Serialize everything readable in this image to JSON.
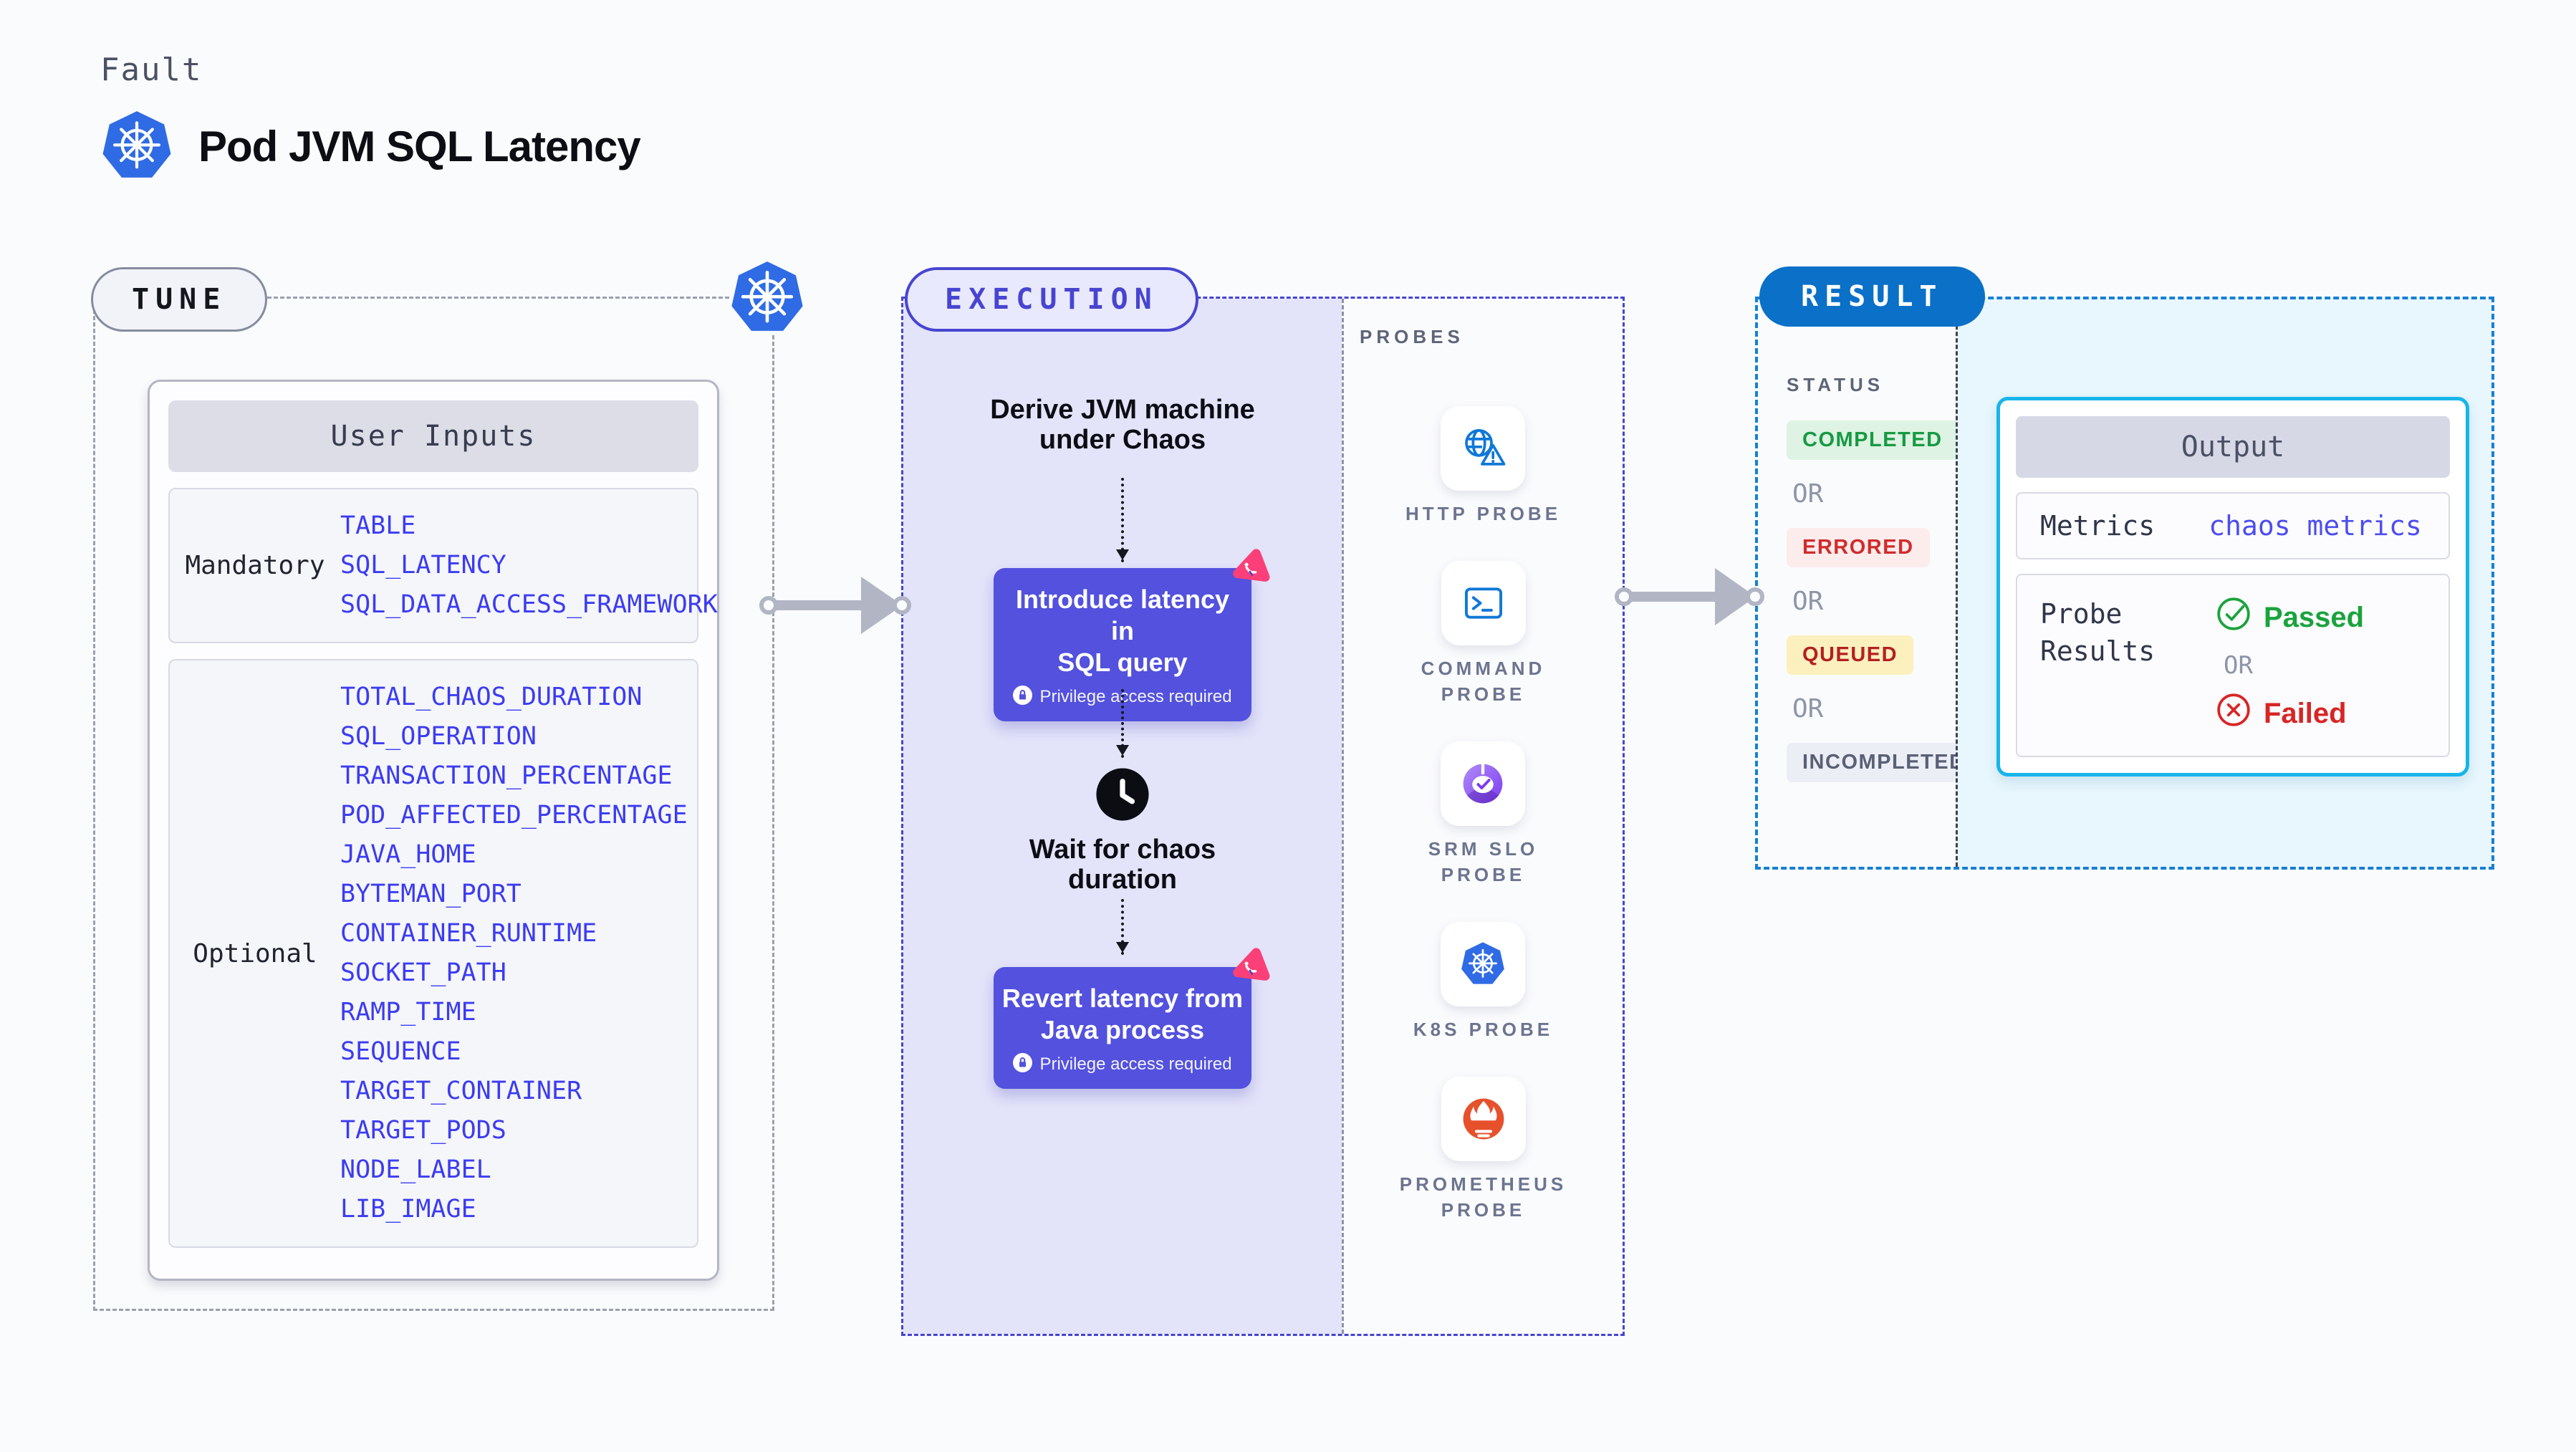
{
  "header": {
    "fault_label": "Fault",
    "title": "Pod JVM SQL Latency"
  },
  "tune": {
    "label": "TUNE",
    "card_title": "User Inputs",
    "mandatory": {
      "label": "Mandatory",
      "items": [
        "TABLE",
        "SQL_LATENCY",
        "SQL_DATA_ACCESS_FRAMEWORK"
      ]
    },
    "optional": {
      "label": "Optional",
      "items": [
        "TOTAL_CHAOS_DURATION",
        "SQL_OPERATION",
        "TRANSACTION_PERCENTAGE",
        "POD_AFFECTED_PERCENTAGE",
        "JAVA_HOME",
        "BYTEMAN_PORT",
        "CONTAINER_RUNTIME",
        "SOCKET_PATH",
        "RAMP_TIME",
        "SEQUENCE",
        "TARGET_CONTAINER",
        "TARGET_PODS",
        "NODE_LABEL",
        "LIB_IMAGE"
      ]
    }
  },
  "execution": {
    "label": "EXECUTION",
    "derive_text": "Derive JVM machine\nunder Chaos",
    "introduce_text": "Introduce latency in\nSQL query",
    "privilege_note": "Privilege access required",
    "wait_text": "Wait for chaos\nduration",
    "revert_text": "Revert latency from\nJava process"
  },
  "probes": {
    "label": "PROBES",
    "items": [
      {
        "name": "HTTP PROBE",
        "icon": "http-probe-icon"
      },
      {
        "name": "COMMAND\nPROBE",
        "icon": "command-probe-icon"
      },
      {
        "name": "SRM SLO\nPROBE",
        "icon": "srm-slo-probe-icon"
      },
      {
        "name": "K8S PROBE",
        "icon": "k8s-probe-icon"
      },
      {
        "name": "PROMETHEUS\nPROBE",
        "icon": "prometheus-probe-icon"
      }
    ]
  },
  "result": {
    "label": "RESULT",
    "status_label": "STATUS",
    "or_label": "OR",
    "statuses": [
      {
        "label": "COMPLETED",
        "color": "#179a42",
        "bg": "#def3e3"
      },
      {
        "label": "ERRORED",
        "color": "#d02c2c",
        "bg": "#fcecec"
      },
      {
        "label": "QUEUED",
        "color": "#b32020",
        "bg": "#fcf0bf"
      },
      {
        "label": "INCOMPLETED",
        "color": "#596077",
        "bg": "#eceef5"
      }
    ],
    "output": {
      "title": "Output",
      "metrics_label": "Metrics",
      "metrics_value": "chaos metrics",
      "probe_results_label": "Probe Results",
      "passed_label": "Passed",
      "failed_label": "Failed"
    }
  },
  "colors": {
    "kubernetes_blue": "#2f6be4",
    "execution_accent": "#4745d0",
    "execution_fill": "#e3e3fa",
    "node_purple": "#5351dd",
    "litmus_pink": "#fb4079",
    "probe_blue": "#1078d8",
    "srm_purple": "#7b3bf0",
    "prometheus_orange": "#e6512c",
    "result_blue": "#0a70c8",
    "result_dash_blue": "#1580d5",
    "result_fill": "#e8f6fd",
    "output_border": "#18b5ea",
    "passed_green": "#1aa33c",
    "failed_red": "#d92525",
    "value_blue": "#3c3cf1",
    "tune_dash_grey": "#9aa0ae"
  }
}
